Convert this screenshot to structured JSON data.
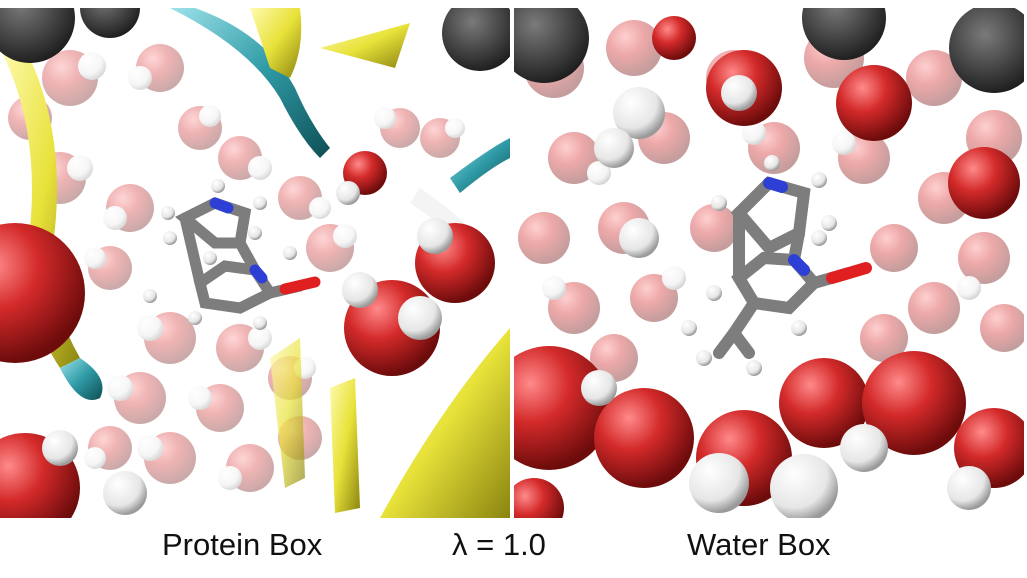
{
  "panels": [
    {
      "caption": "Protein Box"
    },
    {
      "caption": "Water Box"
    }
  ],
  "lambda_label": "λ = 1.0",
  "colors": {
    "water_oxygen": "#d42a2a",
    "water_hydrogen": "#f4f4f4",
    "ligand_carbon": "#7d7d7d",
    "ligand_nitrogen": "#2e3fd6",
    "ligand_oxygen": "#e02020",
    "protein_sheet": "#e8e23a",
    "protein_coil": "#2f9ba6"
  }
}
